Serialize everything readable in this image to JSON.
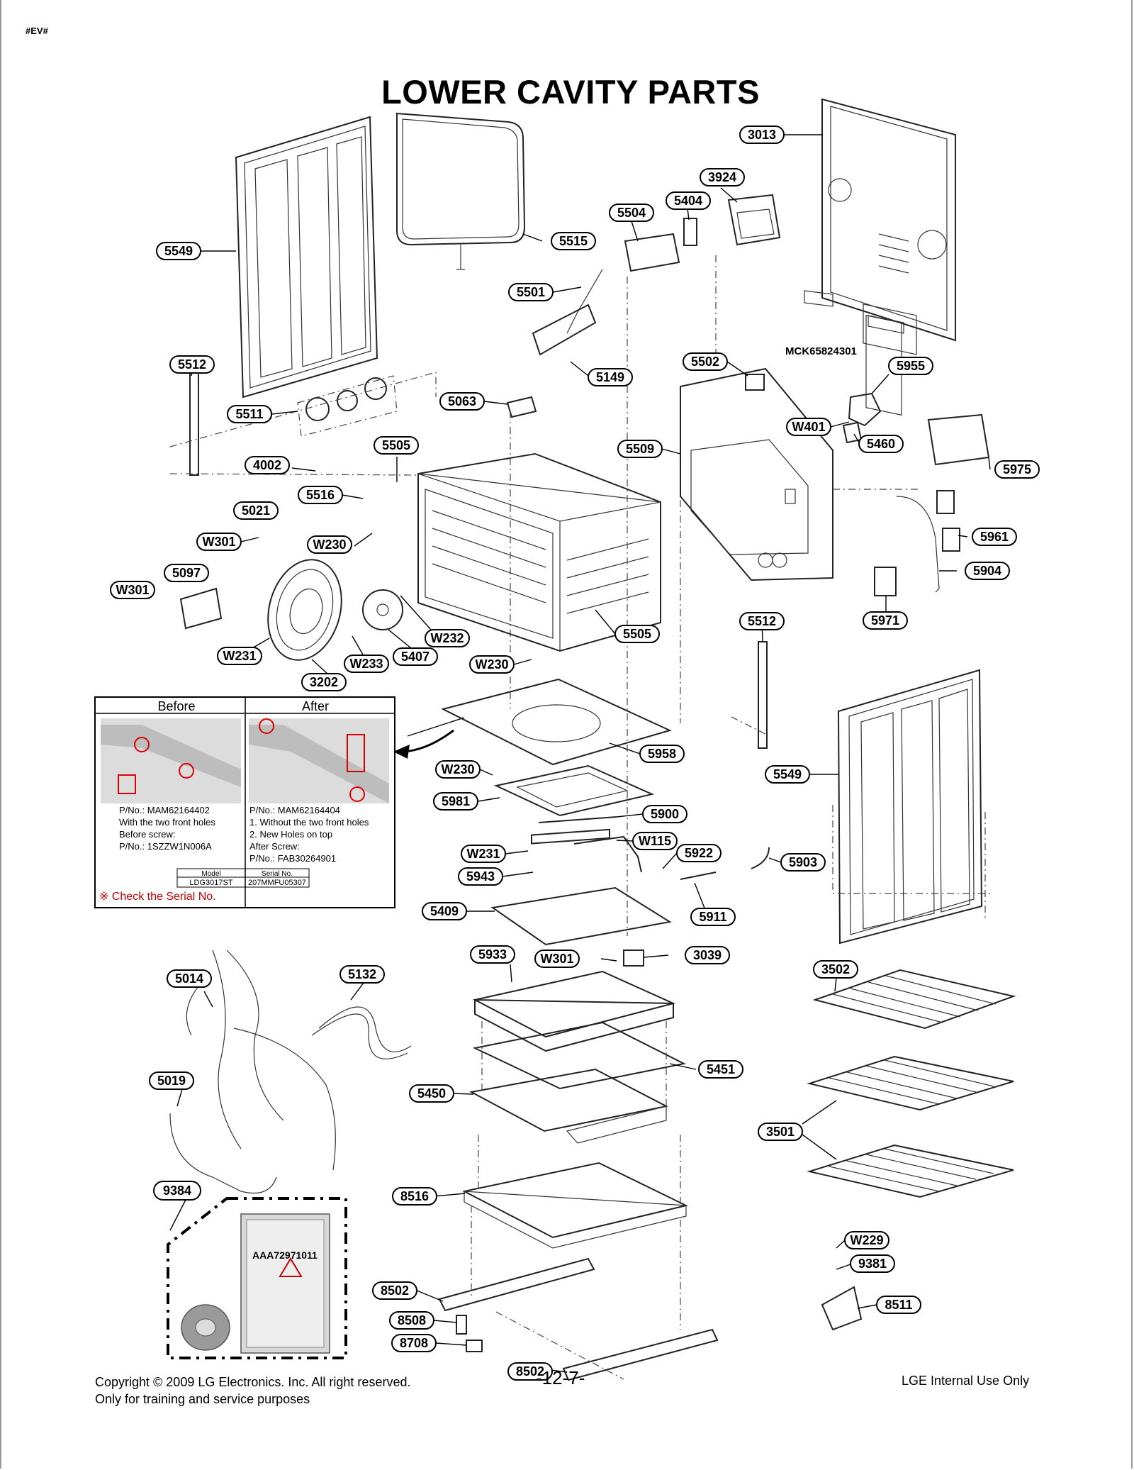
{
  "corner_tag": "#EV#",
  "title": "LOWER CAVITY PARTS",
  "mck_label": "MCK65824301",
  "bag_code": "AAA72971011",
  "inset": {
    "before_header": "Before",
    "after_header": "After",
    "before_lines": [
      "P/No.: MAM62164402",
      "With the two front holes",
      "Before screw:",
      "P/No.: 1SZZW1N006A"
    ],
    "after_lines": [
      "P/No.: MAM62164404",
      "1. Without the two front holes",
      "2. New Holes on top",
      "After Screw:",
      "P/No.: FAB30264901"
    ],
    "table_headers": [
      "Model",
      "Serial No."
    ],
    "table_values": [
      "LDG3017ST",
      "207MMFU05307"
    ],
    "check_note": "※ Check the Serial No."
  },
  "labels": [
    "3013",
    "3924",
    "5404",
    "5504",
    "5515",
    "5549",
    "5501",
    "5512",
    "5511",
    "5149",
    "5063",
    "5502",
    "5955",
    "W401",
    "5460",
    "5509",
    "5505",
    "4002",
    "5516",
    "5021",
    "W301",
    "W230",
    "5097",
    "W301",
    "5975",
    "5961",
    "5904",
    "5971",
    "5512",
    "W231",
    "3202",
    "W233",
    "5407",
    "W232",
    "5505",
    "W230",
    "5958",
    "W230",
    "5549",
    "5981",
    "5900",
    "W115",
    "W231",
    "5922",
    "5903",
    "5943",
    "5911",
    "5409",
    "5933",
    "W301",
    "3039",
    "5014",
    "5132",
    "3502",
    "5451",
    "5019",
    "5450",
    "3501",
    "9384",
    "8516",
    "W229",
    "9381",
    "8502",
    "8511",
    "8508",
    "8708",
    "8502"
  ],
  "footer": {
    "copyright_line1": "Copyright © 2009 LG Electronics. Inc. All right reserved.",
    "copyright_line2": "Only for training and service purposes",
    "page_number": "-12-7-",
    "internal": "LGE Internal Use Only"
  }
}
